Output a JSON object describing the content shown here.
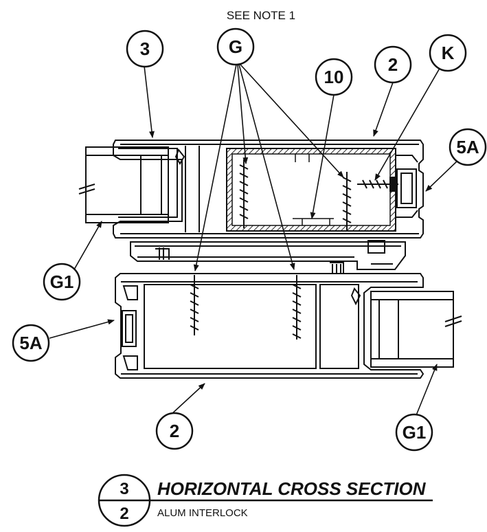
{
  "note": "SEE NOTE 1",
  "callouts": {
    "c3": "3",
    "cG": "G",
    "c10": "10",
    "c2top": "2",
    "cK": "K",
    "c5Aright": "5A",
    "cG1left": "G1",
    "c5Aleft": "5A",
    "c2bottom": "2",
    "cG1right": "G1"
  },
  "title_block": {
    "detail_number": "3",
    "sheet_number": "2",
    "title": "HORIZONTAL CROSS SECTION",
    "subtitle": "ALUM  INTERLOCK"
  }
}
